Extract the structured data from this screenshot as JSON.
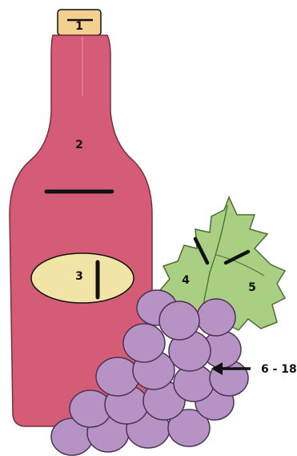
{
  "labels": {
    "cork": "1",
    "bottle": "2",
    "bottle_label": "3",
    "leaf_left": "4",
    "leaf_right": "5",
    "grapes": "6 - 18"
  },
  "colors": {
    "cork": "#f3d08f",
    "bottle": "#d45c76",
    "bottle_outline": "#7a2f40",
    "label_oval": "#f2e4a6",
    "leaf": "#a9cf83",
    "leaf_outline": "#4e6b35",
    "grape": "#b693c4",
    "grape_outline": "#4b3355",
    "mark": "#111111"
  }
}
